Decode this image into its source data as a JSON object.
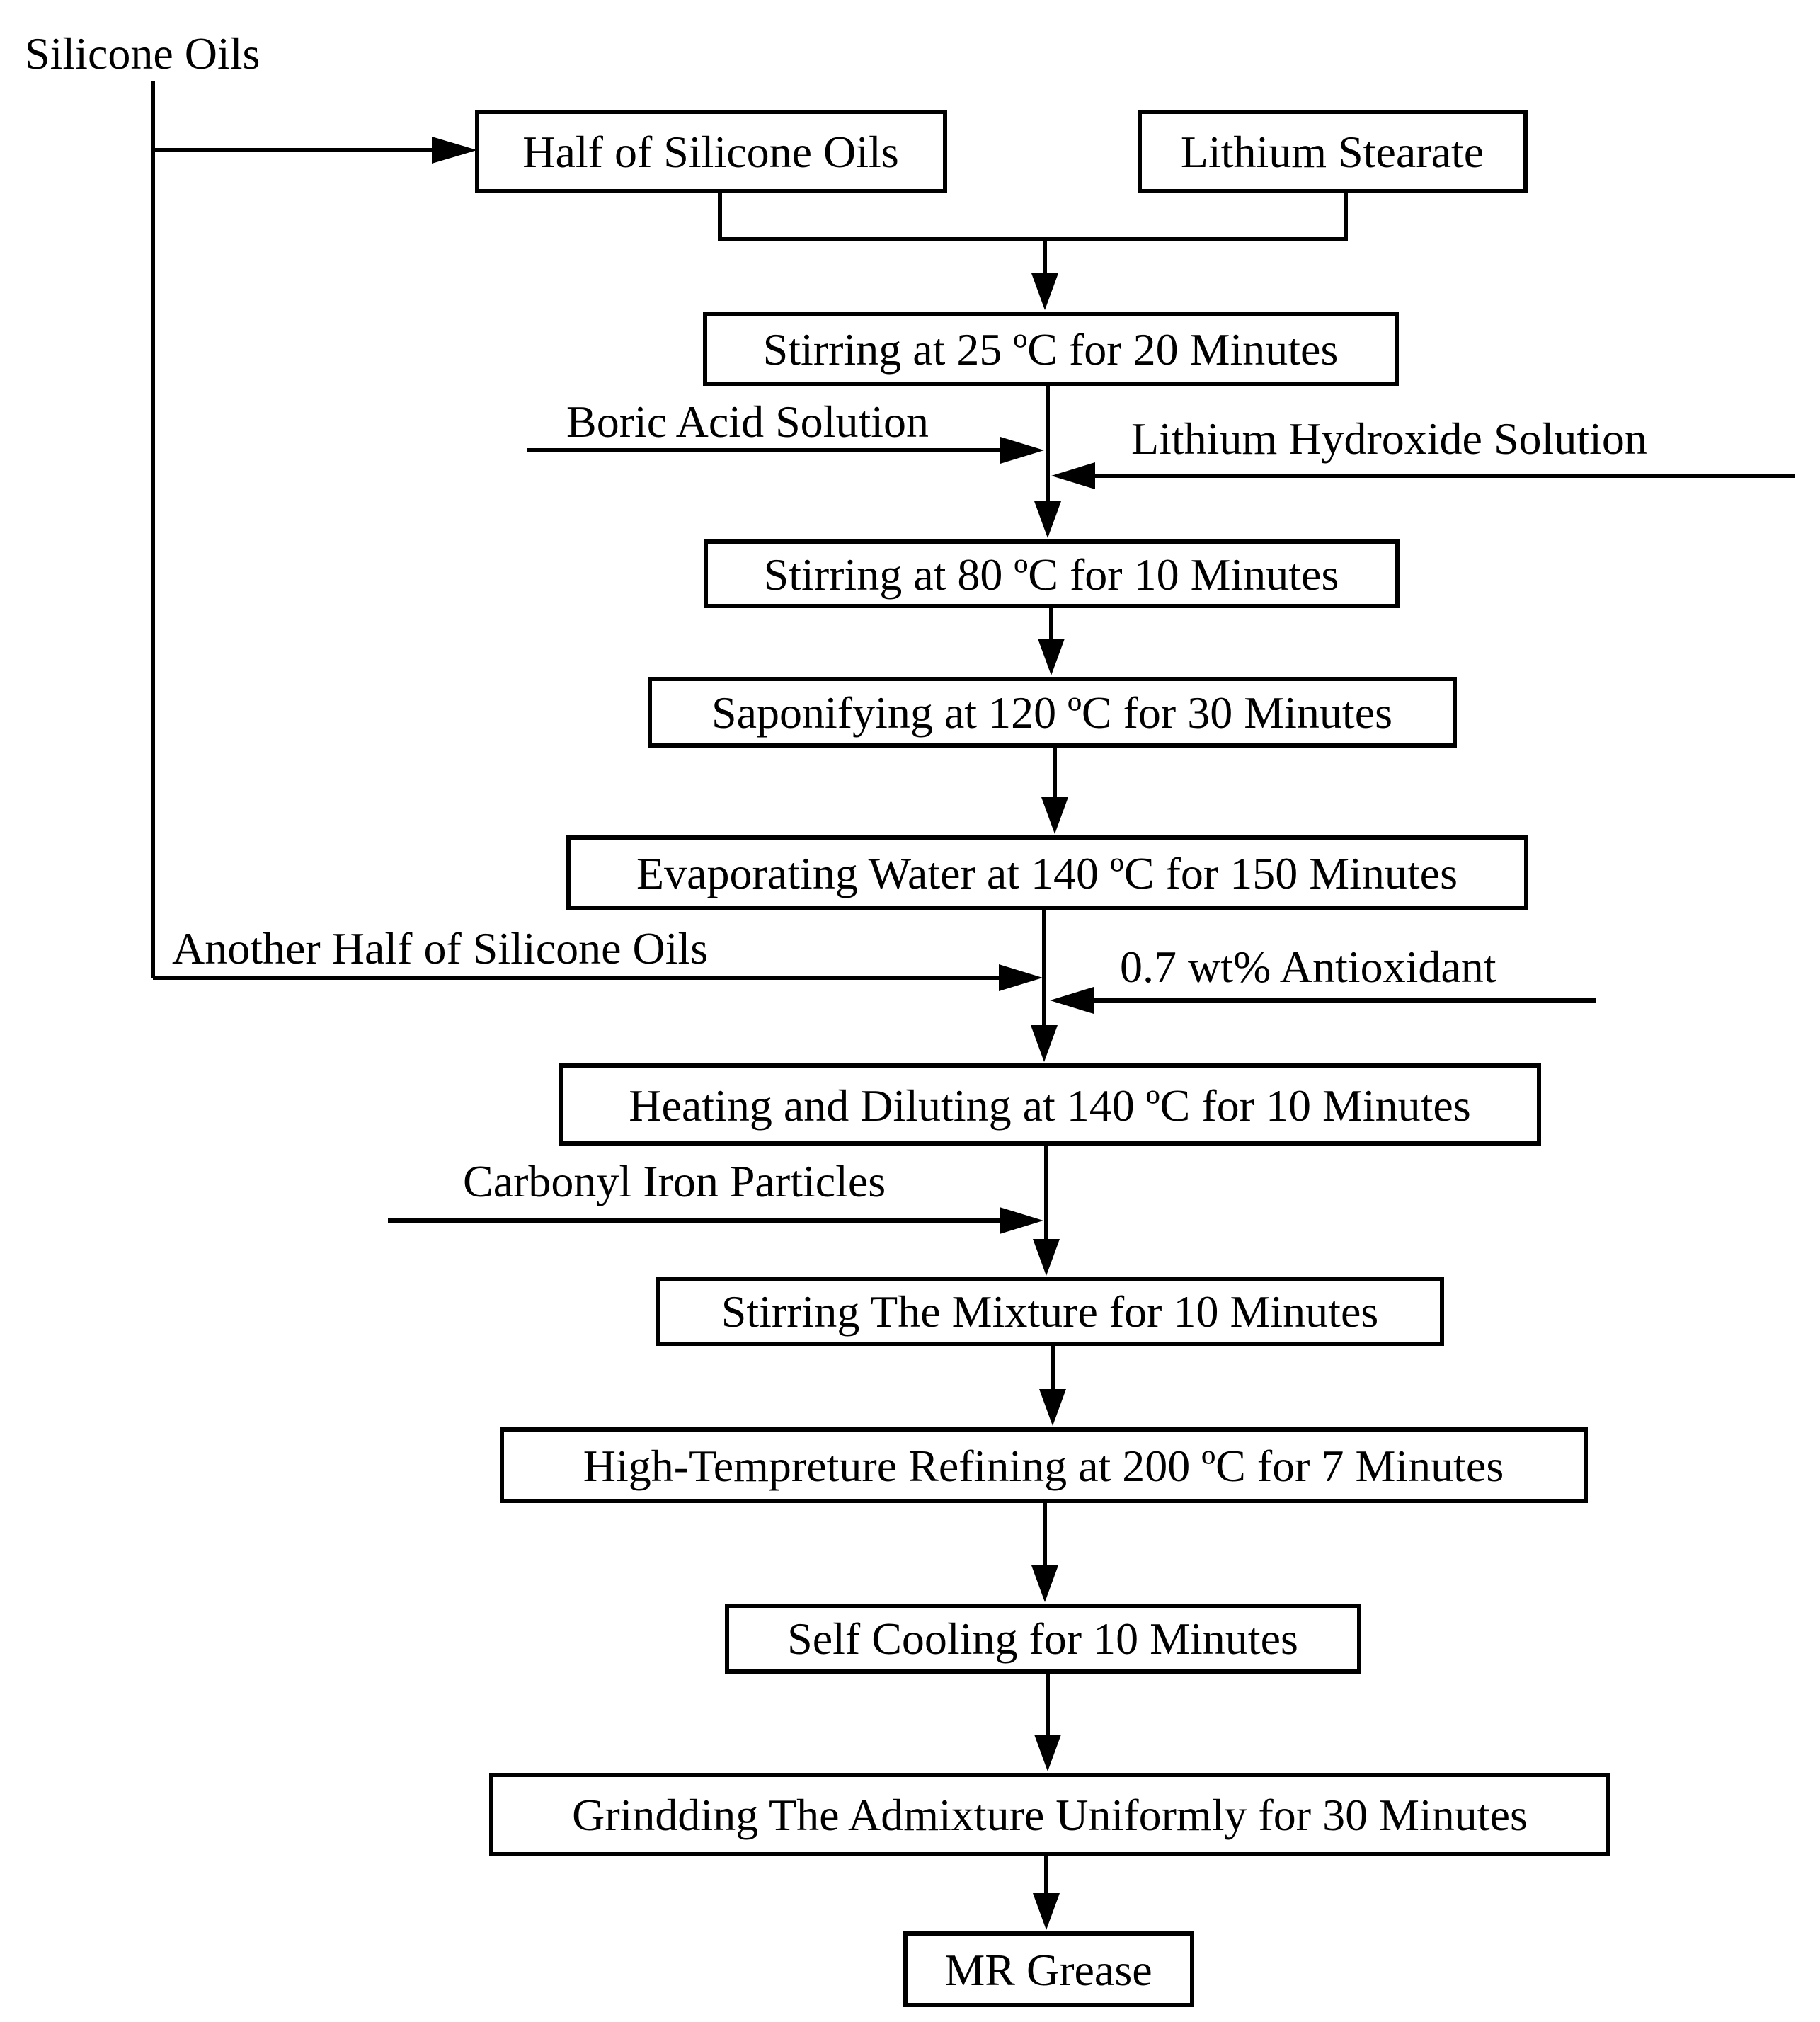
{
  "source_label": "Silicone Oils",
  "boxes": {
    "half_oils": "Half of  Silicone Oils",
    "lithium_stearate": "Lithium Stearate",
    "stir25": "Stirring at 25 ºC for 20 Minutes",
    "stir80": "Stirring at 80 ºC for 10 Minutes",
    "saponify": "Saponifying at 120 ºC for 30 Minutes",
    "evaporate": "Evaporating Water at 140 ºC for 150 Minutes",
    "heat_dilute": "Heating and Diluting at 140 ºC for 10 Minutes",
    "stir_mix": "Stirring The Mixture for 10 Minutes",
    "refine": "High-Tempreture Refining at 200 ºC for 7 Minutes",
    "cool": "Self Cooling  for 10 Minutes",
    "grind": "Grindding The Admixture Uniformly for 30 Minutes",
    "grease": "MR Grease"
  },
  "inputs": {
    "boric": "Boric Acid Solution",
    "lioh": "Lithium Hydroxide Solution",
    "another_half": "Another Half of Silicone Oils",
    "antioxidant": "0.7 wt%  Antioxidant",
    "carbonyl": "Carbonyl Iron Particles"
  },
  "colors": {
    "stroke": "#000000",
    "background": "#ffffff"
  }
}
